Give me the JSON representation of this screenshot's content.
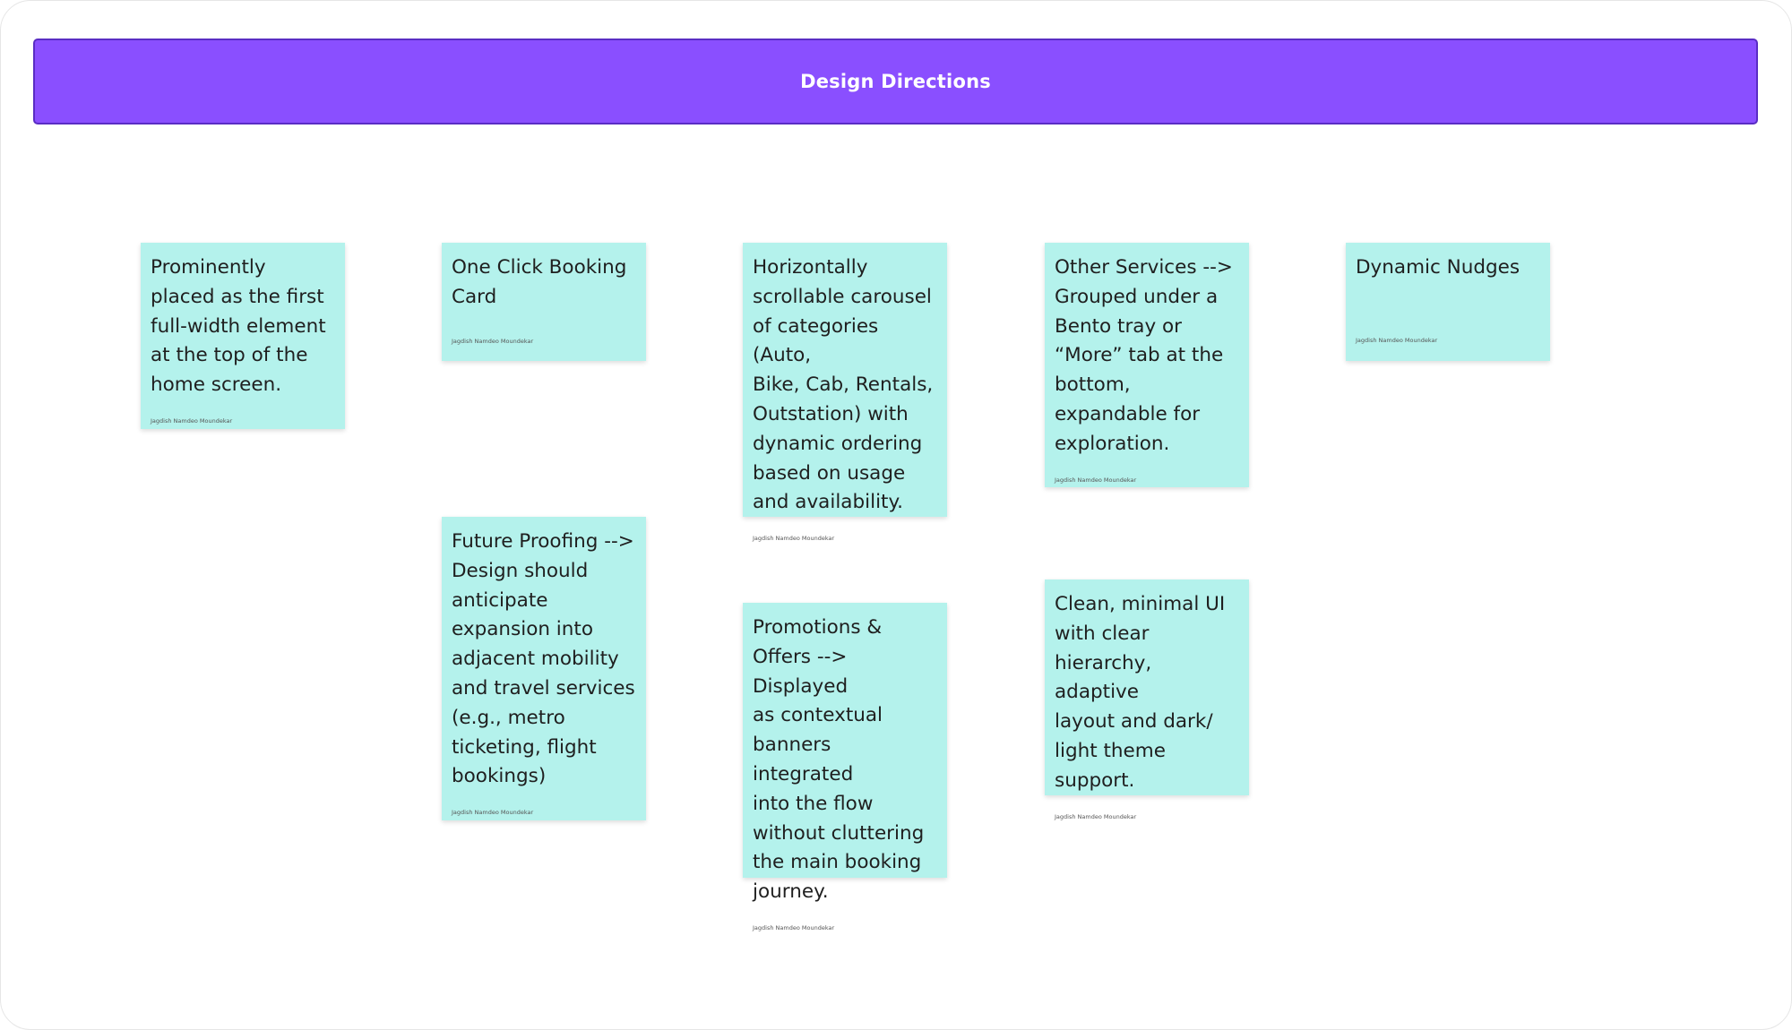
{
  "header": {
    "title": "Design Directions"
  },
  "colors": {
    "banner": "#8a4fff",
    "sticky": "#b4f2ec"
  },
  "stickies": [
    {
      "text": "Prominently\nplaced as the first\nfull-width element\nat the top of the\nhome screen.",
      "author": "Jagdish Namdeo Moundekar"
    },
    {
      "text": "One Click Booking\nCard",
      "author": "Jagdish Namdeo Moundekar"
    },
    {
      "text": "Horizontally\nscrollable carousel\nof categories (Auto,\nBike, Cab, Rentals,\nOutstation) with\ndynamic ordering\nbased on usage\nand availability.",
      "author": "Jagdish Namdeo Moundekar"
    },
    {
      "text": "Other Services -->\nGrouped under a\nBento tray or\n“More” tab at the\nbottom,\nexpandable for\nexploration.",
      "author": "Jagdish Namdeo Moundekar"
    },
    {
      "text": "Dynamic Nudges",
      "author": "Jagdish Namdeo Moundekar"
    },
    {
      "text": "Future Proofing -->\nDesign should\nanticipate\nexpansion into\nadjacent mobility\nand travel services\n(e.g., metro\nticketing, flight\nbookings)",
      "author": "Jagdish Namdeo Moundekar"
    },
    {
      "text": "Promotions &\nOffers --> Displayed\nas contextual\nbanners integrated\ninto the flow\nwithout cluttering\nthe main booking\njourney.",
      "author": "Jagdish Namdeo Moundekar"
    },
    {
      "text": "Clean, minimal UI\nwith clear\nhierarchy, adaptive\nlayout and dark/\nlight theme\nsupport.",
      "author": "Jagdish Namdeo Moundekar"
    }
  ]
}
